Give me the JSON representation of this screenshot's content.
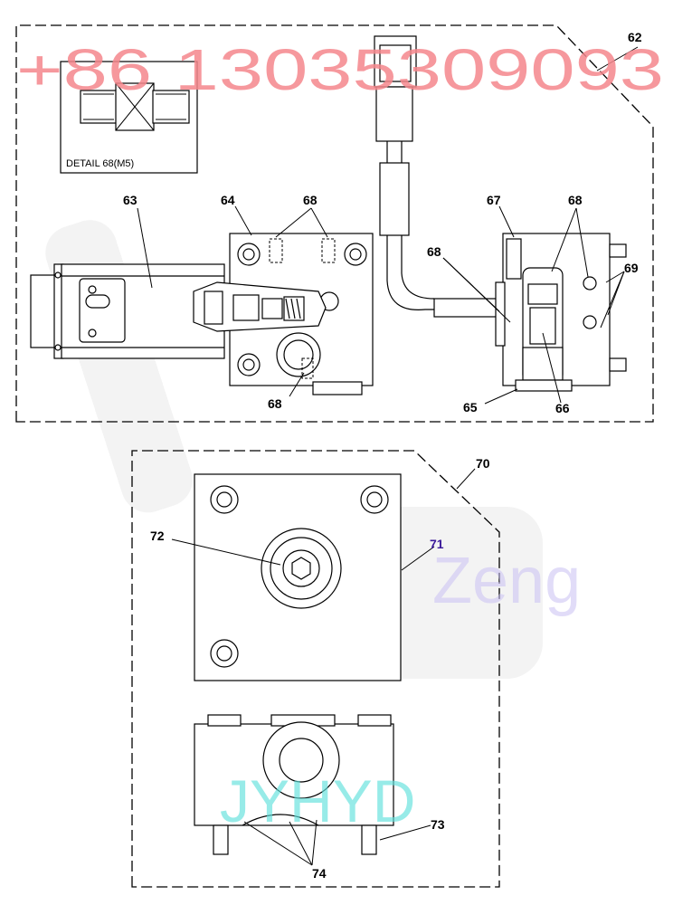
{
  "detail_caption": "DETAIL 68(M5)",
  "callouts": {
    "c62": "62",
    "c63": "63",
    "c64": "64",
    "c68a": "68",
    "c67": "67",
    "c68b": "68",
    "c68c": "68",
    "c69": "69",
    "c68d": "68",
    "c65": "65",
    "c66": "66",
    "c70": "70",
    "c72": "72",
    "c71": "71",
    "c73": "73",
    "c74": "74"
  },
  "watermarks": {
    "phone": "+86 13035309093",
    "zeng": "Zeng",
    "jyhyd": "JYHYD"
  },
  "colors": {
    "line": "#000000",
    "phone_wm": "#f4868c",
    "zeng_wm": "#c9bff2",
    "jyhyd_wm": "#5fe0dc",
    "c71": "#3b1a9a"
  }
}
